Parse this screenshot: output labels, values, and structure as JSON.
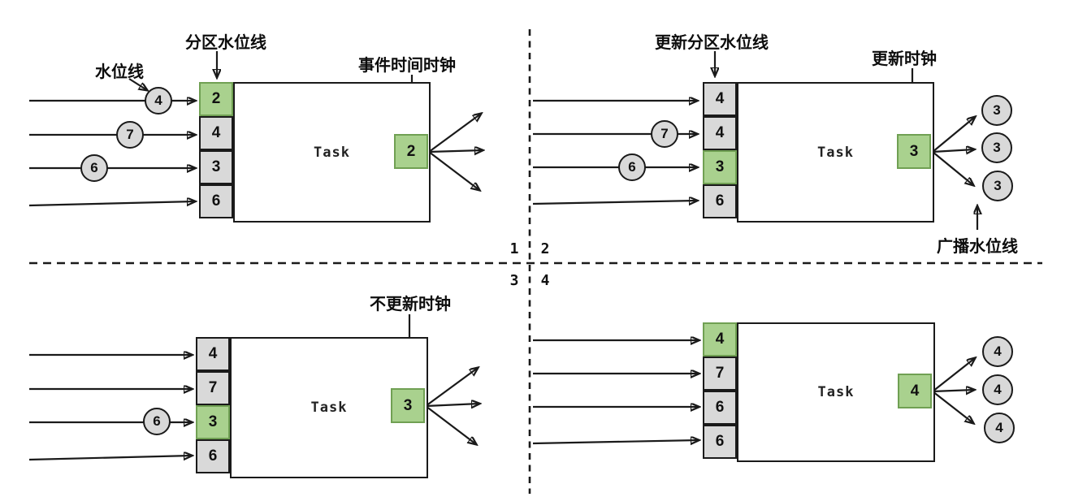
{
  "figure": {
    "task_label": "Task",
    "colors": {
      "green_fill": "#a9d18e",
      "green_border": "#70a053",
      "gray_fill": "#d9d9d9",
      "line_color": "#1a1a1a"
    },
    "quadrant_numbers": [
      "1",
      "2",
      "3",
      "4"
    ],
    "quadrants": [
      {
        "labels": {
          "partition_watermark": "分区水位线",
          "watermark": "水位线",
          "event_time_clock": "事件时间时钟"
        },
        "input_circles": [
          "4",
          "7",
          "6"
        ],
        "cells": [
          {
            "value": "2",
            "highlight": true
          },
          {
            "value": "4",
            "highlight": false
          },
          {
            "value": "3",
            "highlight": false
          },
          {
            "value": "6",
            "highlight": false
          }
        ],
        "clock": "2"
      },
      {
        "labels": {
          "update_partition_watermark": "更新分区水位线",
          "update_clock": "更新时钟",
          "broadcast_watermark": "广播水位线"
        },
        "input_circles": [
          "7",
          "6"
        ],
        "cells": [
          {
            "value": "4",
            "highlight": false
          },
          {
            "value": "4",
            "highlight": false
          },
          {
            "value": "3",
            "highlight": true
          },
          {
            "value": "6",
            "highlight": false
          }
        ],
        "clock": "3",
        "output_circles": [
          "3",
          "3",
          "3"
        ]
      },
      {
        "labels": {
          "no_update_clock": "不更新时钟"
        },
        "input_circles": [
          "6"
        ],
        "cells": [
          {
            "value": "4",
            "highlight": false
          },
          {
            "value": "7",
            "highlight": false
          },
          {
            "value": "3",
            "highlight": true
          },
          {
            "value": "6",
            "highlight": false
          }
        ],
        "clock": "3"
      },
      {
        "labels": {},
        "input_circles": [],
        "cells": [
          {
            "value": "4",
            "highlight": true
          },
          {
            "value": "7",
            "highlight": false
          },
          {
            "value": "6",
            "highlight": false
          },
          {
            "value": "6",
            "highlight": false
          }
        ],
        "clock": "4",
        "output_circles": [
          "4",
          "4",
          "4"
        ]
      }
    ]
  }
}
